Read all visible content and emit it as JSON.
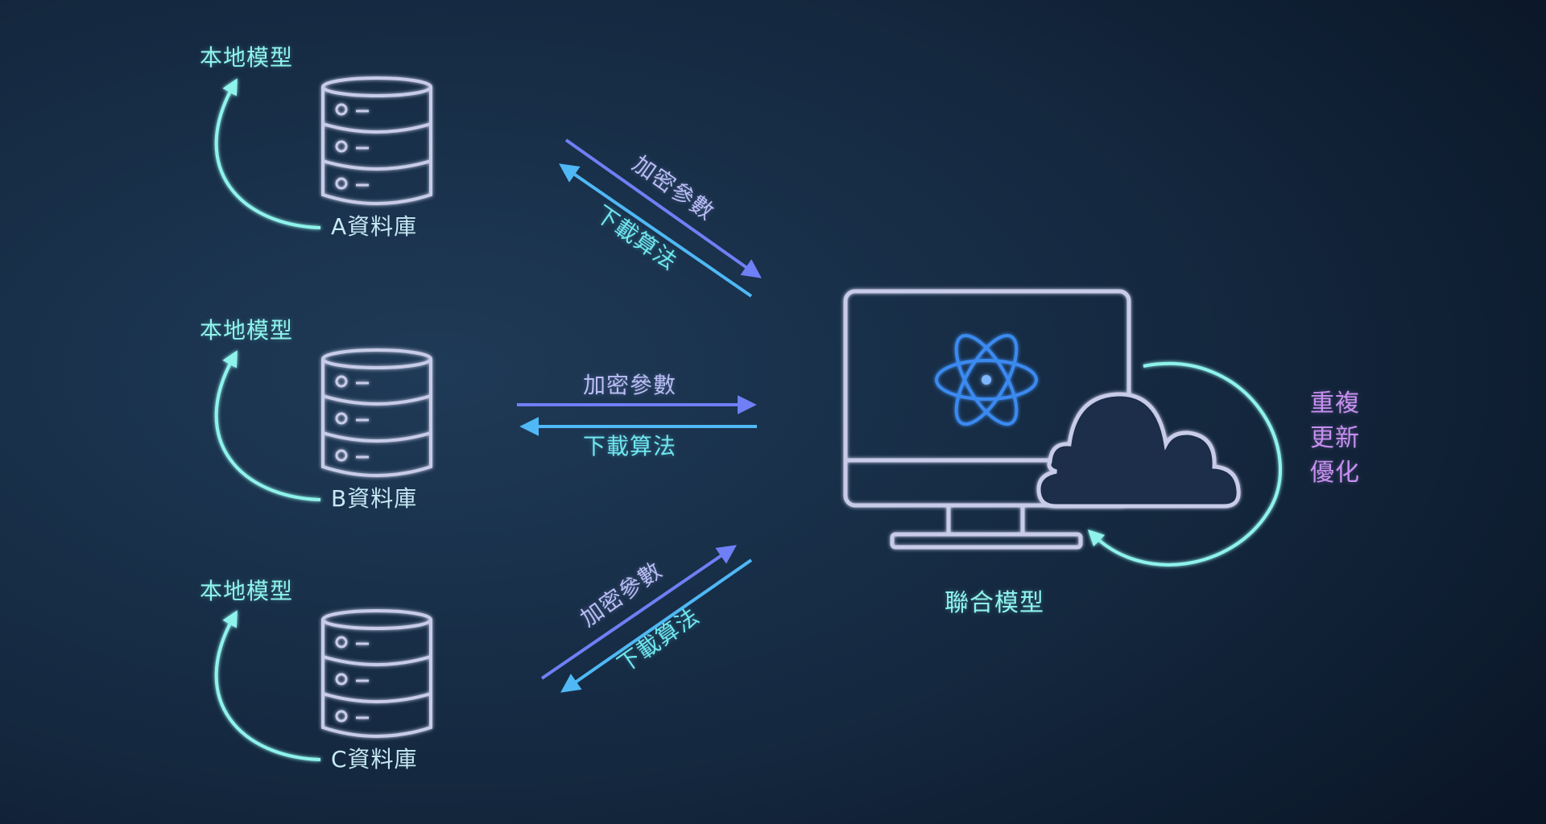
{
  "colors": {
    "background_dark": "#0b1728",
    "background_mid": "#1c3550",
    "teal": "#8ff3ec",
    "lavender": "#b9bdf2",
    "blue_arrow": "#6f7ff5",
    "cyan_arrow": "#4fb8f5",
    "purple_text": "#c690f0",
    "icon_outline": "#c8cce8"
  },
  "nodes": [
    {
      "local_model_label": "本地模型",
      "database_label": "A資料庫"
    },
    {
      "local_model_label": "本地模型",
      "database_label": "B資料庫"
    },
    {
      "local_model_label": "本地模型",
      "database_label": "C資料庫"
    }
  ],
  "edges": [
    {
      "up_label": "加密參數",
      "down_label": "下載算法"
    },
    {
      "up_label": "加密參數",
      "down_label": "下載算法"
    },
    {
      "up_label": "加密參數",
      "down_label": "下載算法"
    }
  ],
  "server": {
    "label": "聯合模型",
    "loop_label_lines": [
      "重複",
      "更新",
      "優化"
    ],
    "icons": [
      "monitor-icon",
      "atom-icon",
      "cloud-icon"
    ]
  }
}
